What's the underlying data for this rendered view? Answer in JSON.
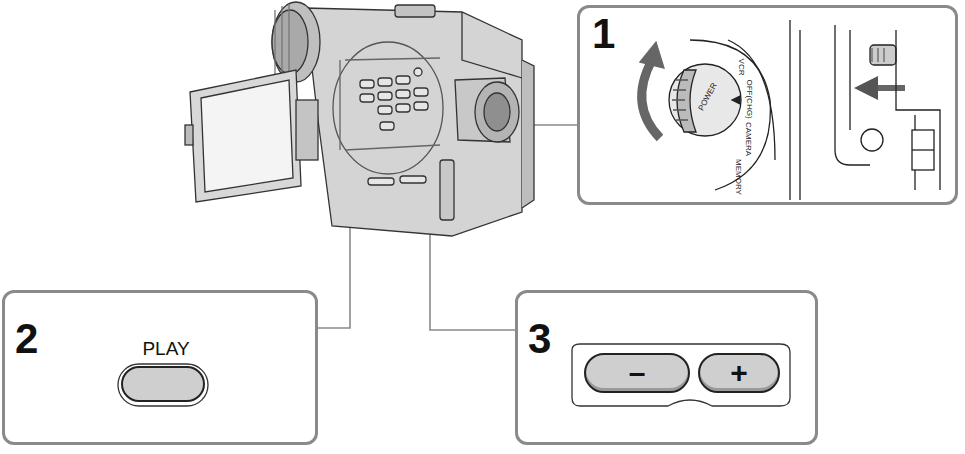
{
  "diagram": {
    "nodes": [
      {
        "text": [
          "1"
        ]
      },
      {
        "text": [
          "2",
          "PLAY"
        ]
      },
      {
        "text": [
          "3"
        ]
      },
      {
        "text": [
          "–"
        ],
        "in": 2
      },
      {
        "text": [
          "+"
        ],
        "in": 2
      }
    ],
    "labels": [
      "POWER",
      "VCR",
      "OFF(CHG)",
      "CAMERA",
      "MEMORY"
    ]
  }
}
